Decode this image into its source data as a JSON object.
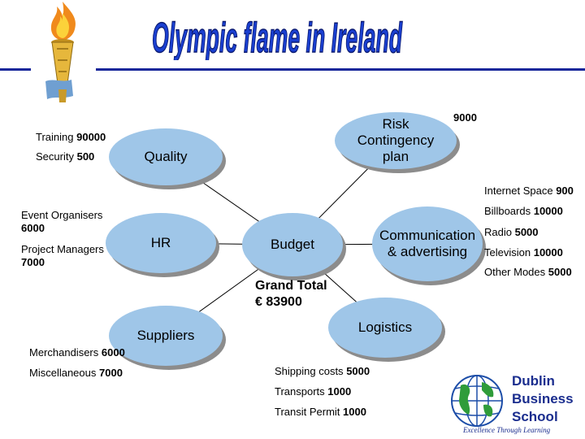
{
  "title": "Olympic flame in Ireland",
  "colors": {
    "title_blue": "#1a3fd0",
    "rule_blue": "#16269a",
    "node_fill": "#9fc6e8",
    "shadow": "#8c8c8c"
  },
  "icons": [
    "torch-icon",
    "globe-icon"
  ],
  "center": {
    "label": "Budget"
  },
  "total": {
    "line1": "Grand Total",
    "line2": "€ 83900"
  },
  "nodes": {
    "quality": "Quality",
    "risk": "Risk Contingency plan",
    "communication": "Communication & advertising",
    "hr": "HR",
    "suppliers": "Suppliers",
    "logistics": "Logistics"
  },
  "quality_items": [
    {
      "label": "Training",
      "value": "90000"
    },
    {
      "label": "Security",
      "value": "500"
    }
  ],
  "risk_value": "9000",
  "hr_items": [
    {
      "label": "Event Organisers",
      "value": "6000"
    },
    {
      "label": "Project Managers",
      "value": "7000"
    }
  ],
  "communication_items": [
    {
      "label": "Internet Space",
      "value": "900"
    },
    {
      "label": "Billboards",
      "value": "10000"
    },
    {
      "label": "Radio",
      "value": "5000"
    },
    {
      "label": "Television",
      "value": "10000"
    },
    {
      "label": "Other Modes",
      "value": "5000"
    }
  ],
  "supplier_items": [
    {
      "label": "Merchandisers",
      "value": "6000"
    },
    {
      "label": "Miscellaneous",
      "value": "7000"
    }
  ],
  "logistics_items": [
    {
      "label": "Shipping costs",
      "value": "5000"
    },
    {
      "label": "Transports",
      "value": "1000"
    },
    {
      "label": "Transit Permit",
      "value": "1000"
    }
  ],
  "school": {
    "line1": "Dublin",
    "line2": "Business",
    "line3": "School",
    "tagline": "Excellence Through Learning"
  }
}
